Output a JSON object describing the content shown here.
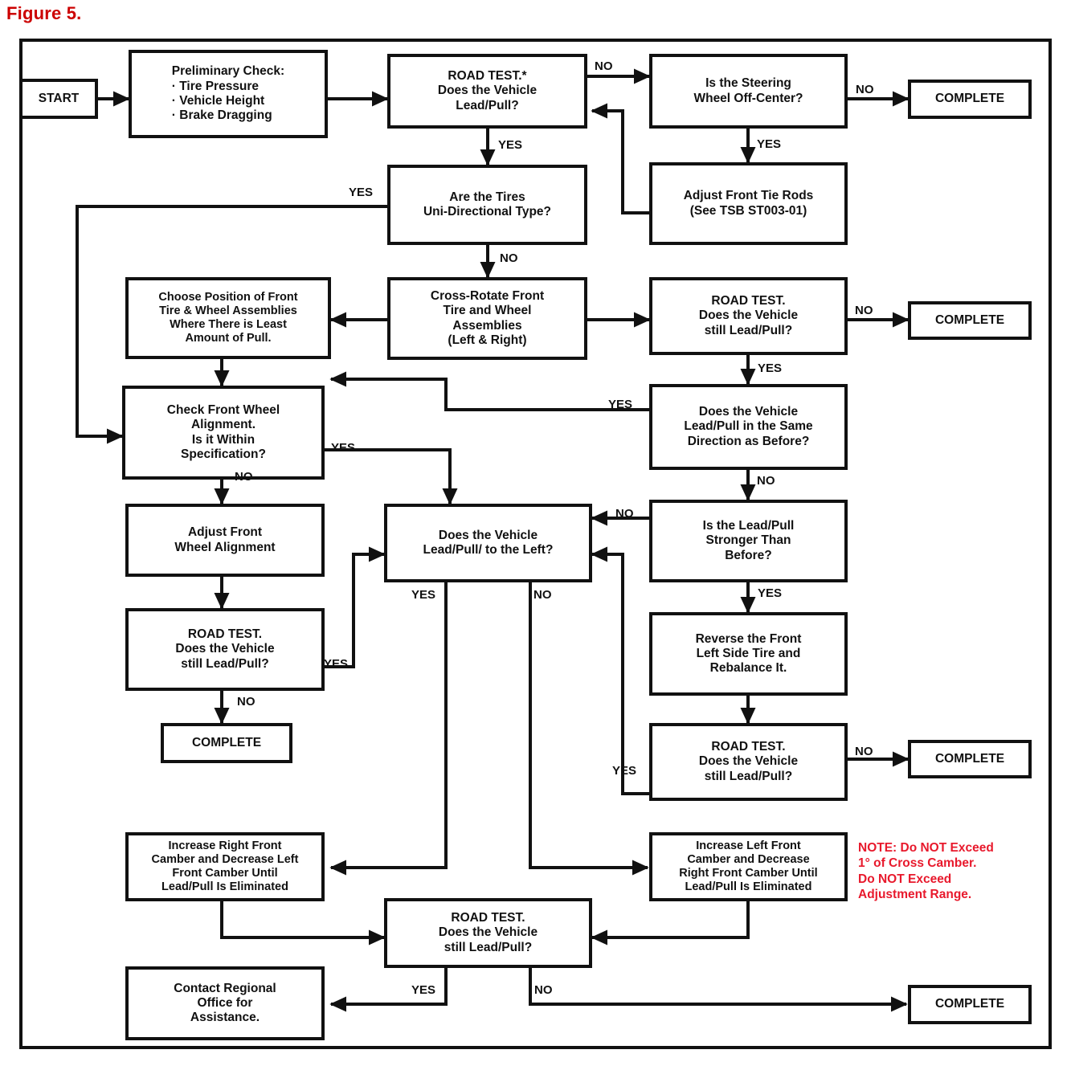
{
  "figure": {
    "label": "Figure 5."
  },
  "note": {
    "text": "NOTE: Do NOT Exceed\n1° of Cross Camber.\nDo NOT Exceed\nAdjustment Range.",
    "color": "#e8192c"
  },
  "chart_data": {
    "type": "diagram",
    "title": "Figure 5.",
    "diagram_kind": "flowchart",
    "nodes": [
      {
        "id": "start",
        "text": "START"
      },
      {
        "id": "prelim",
        "text": "Preliminary Check:\n· Tire Pressure\n· Vehicle Height\n· Brake Dragging"
      },
      {
        "id": "roadtest1",
        "text": "ROAD TEST.*\nDoes the Vehicle\nLead/Pull?"
      },
      {
        "id": "steering",
        "text": "Is the Steering\nWheel Off-Center?"
      },
      {
        "id": "complete1",
        "text": "COMPLETE"
      },
      {
        "id": "tierods",
        "text": "Adjust Front Tie Rods\n(See TSB ST003-01)"
      },
      {
        "id": "unidir",
        "text": "Are the Tires\nUni-Directional Type?"
      },
      {
        "id": "choosepos",
        "text": "Choose Position of Front\nTire & Wheel Assemblies\nWhere There is Least\nAmount of Pull."
      },
      {
        "id": "crossrotate",
        "text": "Cross-Rotate Front\nTire and Wheel\nAssemblies\n(Left & Right)"
      },
      {
        "id": "roadtest2",
        "text": "ROAD TEST.\nDoes the Vehicle\nstill Lead/Pull?"
      },
      {
        "id": "complete2",
        "text": "COMPLETE"
      },
      {
        "id": "checkalign",
        "text": "Check Front Wheel\nAlignment.\nIs it Within\nSpecification?"
      },
      {
        "id": "samedir",
        "text": "Does the Vehicle\nLead/Pull in the Same\nDirection as Before?"
      },
      {
        "id": "adjustalign",
        "text": "Adjust Front\nWheel Alignment"
      },
      {
        "id": "leadleft",
        "text": "Does the Vehicle\nLead/Pull/ to the Left?"
      },
      {
        "id": "stronger",
        "text": "Is the Lead/Pull\nStronger Than\nBefore?"
      },
      {
        "id": "roadtest3",
        "text": "ROAD TEST.\nDoes the Vehicle\nstill Lead/Pull?"
      },
      {
        "id": "reverse",
        "text": "Reverse the Front\nLeft Side Tire and\nRebalance It."
      },
      {
        "id": "complete3",
        "text": "COMPLETE"
      },
      {
        "id": "roadtest4",
        "text": "ROAD TEST.\nDoes the Vehicle\nstill Lead/Pull?"
      },
      {
        "id": "complete4",
        "text": "COMPLETE"
      },
      {
        "id": "incright",
        "text": "Increase Right Front\nCamber and Decrease Left\nFront Camber Until\nLead/Pull Is Eliminated"
      },
      {
        "id": "incleft",
        "text": "Increase Left Front\nCamber and Decrease\nRight Front Camber Until\nLead/Pull Is Eliminated"
      },
      {
        "id": "roadtest5",
        "text": "ROAD TEST.\nDoes the Vehicle\nstill Lead/Pull?"
      },
      {
        "id": "contact",
        "text": "Contact Regional\nOffice for\nAssistance."
      },
      {
        "id": "complete5",
        "text": "COMPLETE"
      }
    ],
    "edge_labels": [
      {
        "id": "e1",
        "text": "NO"
      },
      {
        "id": "e2",
        "text": "NO"
      },
      {
        "id": "e3",
        "text": "YES"
      },
      {
        "id": "e4",
        "text": "YES"
      },
      {
        "id": "e5",
        "text": "YES"
      },
      {
        "id": "e6",
        "text": "NO"
      },
      {
        "id": "e7",
        "text": "NO"
      },
      {
        "id": "e8",
        "text": "YES"
      },
      {
        "id": "e9",
        "text": "YES"
      },
      {
        "id": "e10",
        "text": "YES"
      },
      {
        "id": "e11",
        "text": "NO"
      },
      {
        "id": "e12",
        "text": "NO"
      },
      {
        "id": "e13",
        "text": "NO"
      },
      {
        "id": "e14",
        "text": "YES"
      },
      {
        "id": "e15",
        "text": "YES"
      },
      {
        "id": "e16",
        "text": "NO"
      },
      {
        "id": "e17",
        "text": "YES"
      },
      {
        "id": "e18",
        "text": "NO"
      },
      {
        "id": "e19",
        "text": "NO"
      },
      {
        "id": "e20",
        "text": "YES"
      },
      {
        "id": "e21",
        "text": "YES"
      },
      {
        "id": "e22",
        "text": "NO"
      }
    ]
  }
}
